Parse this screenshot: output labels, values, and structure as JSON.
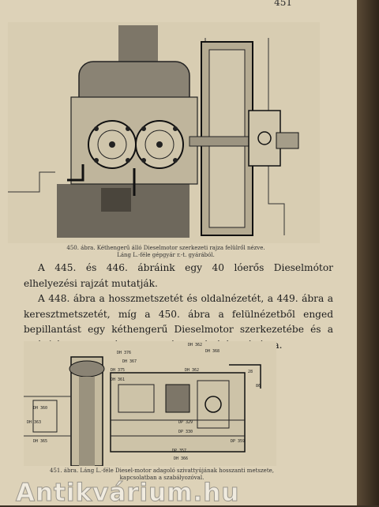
{
  "page_number": "451",
  "figure_top": {
    "caption_line1": "450. ábra. Kéthengerű álló Dieselmotor szerkezeti rajza felülről nézve.",
    "caption_line2": "Láng L.-féle gépgyár r.-t. gyárából."
  },
  "body": {
    "para1": "A 445. és 446. ábráink egy 40 lóerős Dieselmótor elhelyezési rajzát mutatják.",
    "para2": "A 448. ábra a hosszmetszetét és oldalnézetét, a 449. ábra a keresztmetszetét, míg a 450. ábra a felülnézetből enged bepillantást egy kéthengerű Dieselmotor szerkezetébe és a felállításhoz szükséges hely iránt való tájékozódásra."
  },
  "figure_bottom": {
    "labels": [
      "DH 376",
      "DH 362",
      "DH 367",
      "DH 368",
      "DH 375",
      "DH 361",
      "DH 362",
      "DH 360",
      "DP 329",
      "DP 330",
      "DH 363",
      "DH 365",
      "DP 357",
      "DH 366",
      "DP 359",
      "28",
      "86"
    ],
    "caption_line1": "451. ábra. Láng L.-féle Diesel-motor adagoló szivattyújának hosszanti metszete,",
    "caption_line2": "kapcsolatban a szabályozóval."
  },
  "watermark": "Antikvárium.hu"
}
